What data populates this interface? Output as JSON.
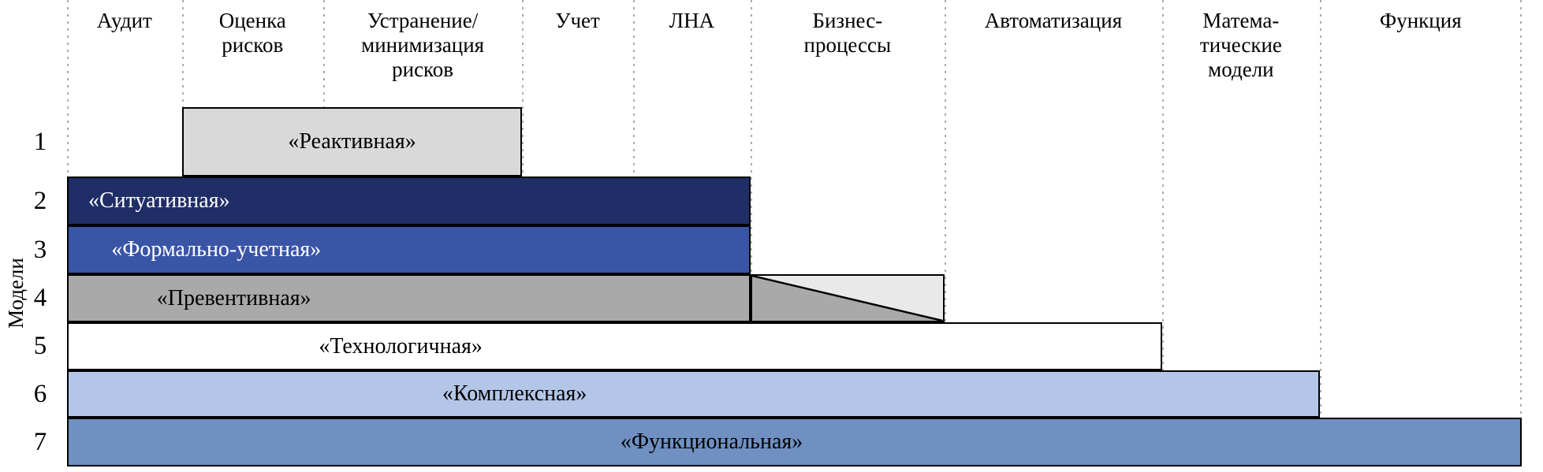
{
  "y_axis": {
    "label": "Модели"
  },
  "columns": [
    {
      "label": "Аудит"
    },
    {
      "label": "Оценка\nрисков"
    },
    {
      "label": "Устранение/\nминимизация\nрисков"
    },
    {
      "label": "Учет"
    },
    {
      "label": "ЛНА"
    },
    {
      "label": "Бизнес-\nпроцессы"
    },
    {
      "label": "Автоматизация"
    },
    {
      "label": "Матема-\nтические\nмодели"
    },
    {
      "label": "Функция"
    }
  ],
  "rows": [
    {
      "num": "1",
      "label": "«Реактивная»",
      "fill": "#d9d9d9",
      "text": "#000000"
    },
    {
      "num": "2",
      "label": "«Ситуативная»",
      "fill": "#1f2e66",
      "text": "#ffffff"
    },
    {
      "num": "3",
      "label": "«Формально-учетная»",
      "fill": "#3a55a6",
      "text": "#ffffff"
    },
    {
      "num": "4",
      "label": "«Превентивная»",
      "fill": "#a9a9a9",
      "text": "#000000",
      "partial_fill": "#e9e9e9"
    },
    {
      "num": "5",
      "label": "«Технологичная»",
      "fill": "#ffffff",
      "text": "#000000"
    },
    {
      "num": "6",
      "label": "«Комплексная»",
      "fill": "#b4c6e7",
      "text": "#000000"
    },
    {
      "num": "7",
      "label": "«Функциональная»",
      "fill": "#7090c2",
      "text": "#000000"
    }
  ],
  "chart_data": {
    "type": "bar",
    "orientation": "horizontal-span",
    "title": "",
    "ylabel": "Модели",
    "xlabel": "",
    "grid": "vertical-dotted",
    "legend": "none",
    "categories": [
      "Аудит",
      "Оценка рисков",
      "Устранение/минимизация рисков",
      "Учет",
      "ЛНА",
      "Бизнес-процессы",
      "Автоматизация",
      "Математические модели",
      "Функция"
    ],
    "series": [
      {
        "model": 1,
        "name": "«Реактивная»",
        "covers": [
          "Оценка рисков",
          "Устранение/минимизация рисков"
        ]
      },
      {
        "model": 2,
        "name": "«Ситуативная»",
        "covers": [
          "Аудит",
          "Оценка рисков",
          "Устранение/минимизация рисков",
          "Учет",
          "ЛНА"
        ]
      },
      {
        "model": 3,
        "name": "«Формально-учетная»",
        "covers": [
          "Аудит",
          "Оценка рисков",
          "Устранение/минимизация рисков",
          "Учет",
          "ЛНА"
        ]
      },
      {
        "model": 4,
        "name": "«Превентивная»",
        "covers": [
          "Аудит",
          "Оценка рисков",
          "Устранение/минимизация рисков",
          "Учет",
          "ЛНА"
        ],
        "partial_cover": "Бизнес-процессы"
      },
      {
        "model": 5,
        "name": "«Технологичная»",
        "covers": [
          "Аудит",
          "Оценка рисков",
          "Устранение/минимизация рисков",
          "Учет",
          "ЛНА",
          "Бизнес-процессы",
          "Автоматизация"
        ]
      },
      {
        "model": 6,
        "name": "«Комплексная»",
        "covers": [
          "Аудит",
          "Оценка рисков",
          "Устранение/минимизация рисков",
          "Учет",
          "ЛНА",
          "Бизнес-процессы",
          "Автоматизация",
          "Математические модели"
        ]
      },
      {
        "model": 7,
        "name": "«Функциональная»",
        "covers": [
          "Аудит",
          "Оценка рисков",
          "Устранение/минимизация рисков",
          "Учет",
          "ЛНА",
          "Бизнес-процессы",
          "Автоматизация",
          "Математические модели",
          "Функция"
        ]
      }
    ]
  }
}
